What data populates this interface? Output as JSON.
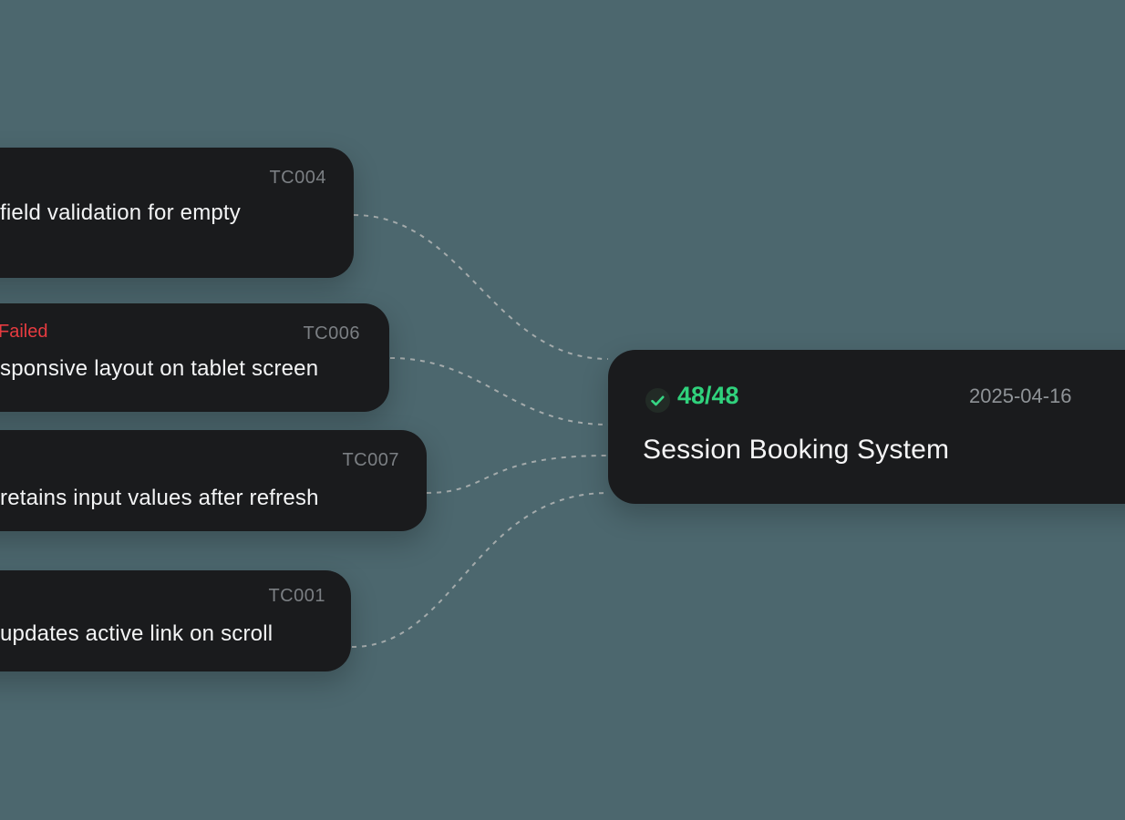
{
  "canvas": {
    "background_color": "#4c676e"
  },
  "colors": {
    "node_background": "#1a1b1d",
    "status_failed_red": "#e63b40",
    "pass_green": "#30d17c",
    "id_gray": "#7b7f83",
    "date_gray": "#8f9397",
    "text_white": "#f3f4f5",
    "connector_gray": "#c9c7c4"
  },
  "test_cases": [
    {
      "id": "TC004",
      "label": "field validation for empty",
      "status": ""
    },
    {
      "id": "TC006",
      "label": "sponsive layout on tablet screen",
      "status": "Failed"
    },
    {
      "id": "TC007",
      "label": "retains input values after refresh",
      "status": ""
    },
    {
      "id": "TC001",
      "label": "updates active link on scroll",
      "status": ""
    }
  ],
  "summary": {
    "pass_count": "48/48",
    "date": "2025-04-16",
    "title": "Session Booking System",
    "check_icon": "checkmark-circle"
  }
}
